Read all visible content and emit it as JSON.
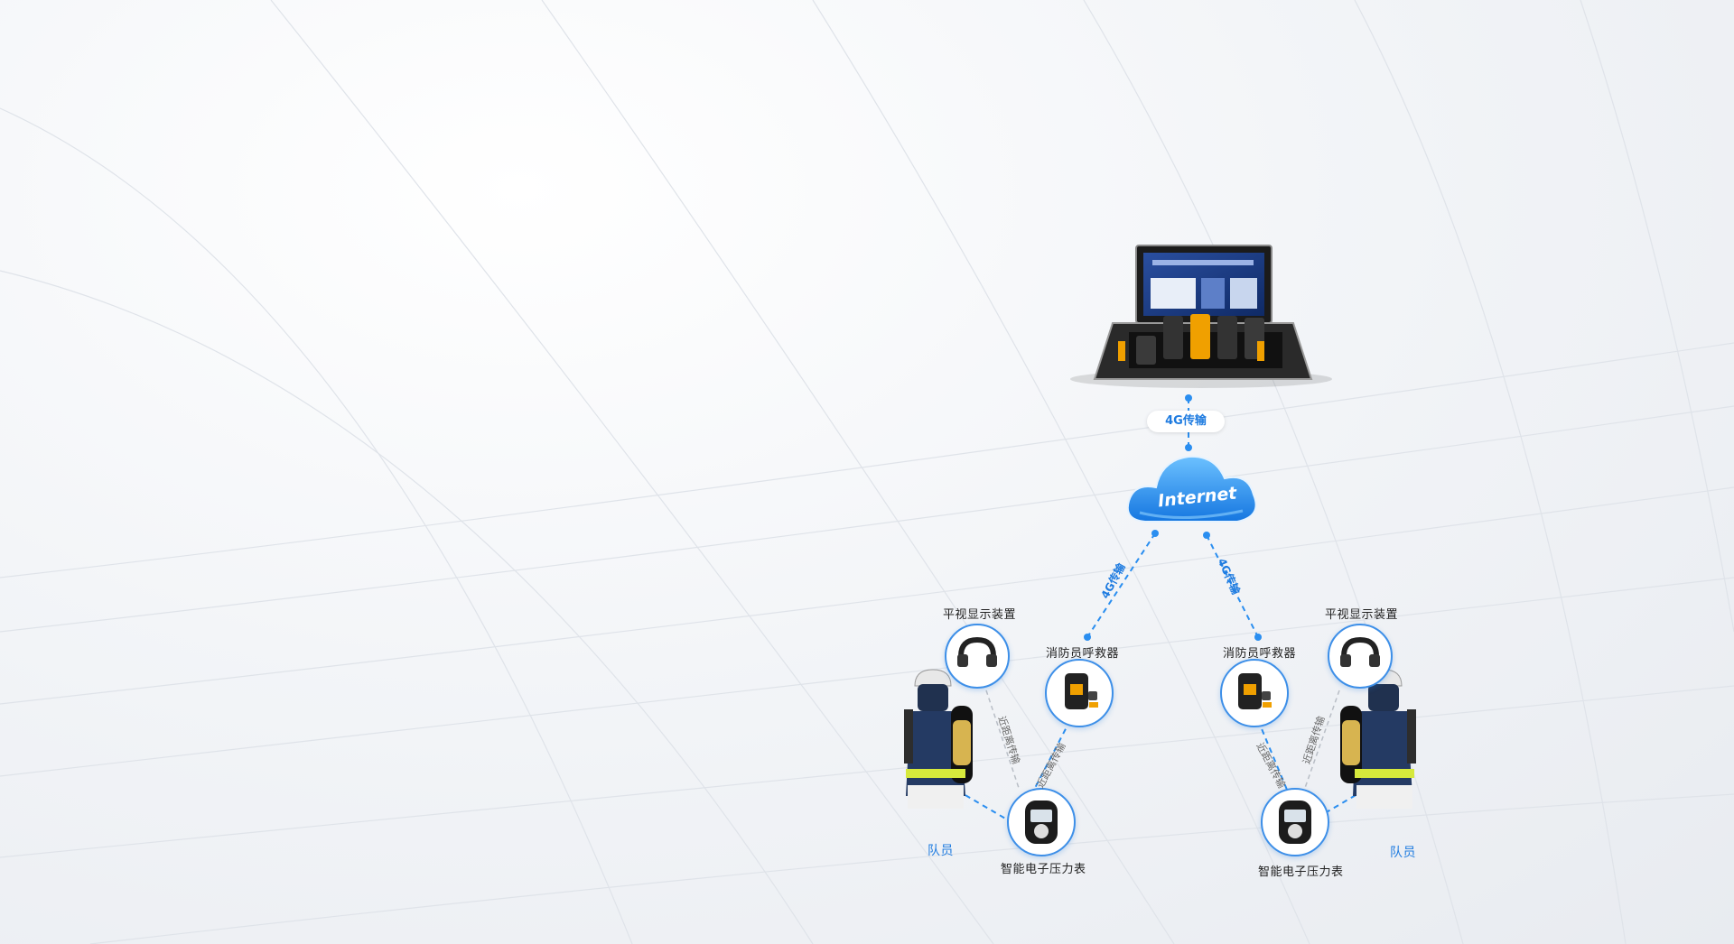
{
  "diagram": {
    "top_link_label": "4G传输",
    "cloud_label": "Internet",
    "left": {
      "link_label": "4G传输",
      "display_label": "平视显示装置",
      "rescuer_label": "消防员呼救器",
      "gauge_label": "智能电子压力表",
      "member_label": "队员",
      "near_link_a": "近距离传输",
      "near_link_b": "近距离传输"
    },
    "right": {
      "link_label": "4G传输",
      "display_label": "平视显示装置",
      "rescuer_label": "消防员呼救器",
      "gauge_label": "智能电子压力表",
      "member_label": "队员",
      "near_link_a": "近距离传输",
      "near_link_b": "近距离传输"
    }
  },
  "colors": {
    "accent": "#1e7be0",
    "cloud": "#2a8ef0",
    "background": "#eef1f5"
  },
  "icons": [
    "laptop-case-icon",
    "cloud-icon",
    "head-up-display-icon",
    "rescuer-alarm-icon",
    "pressure-gauge-icon",
    "firefighter-icon"
  ]
}
